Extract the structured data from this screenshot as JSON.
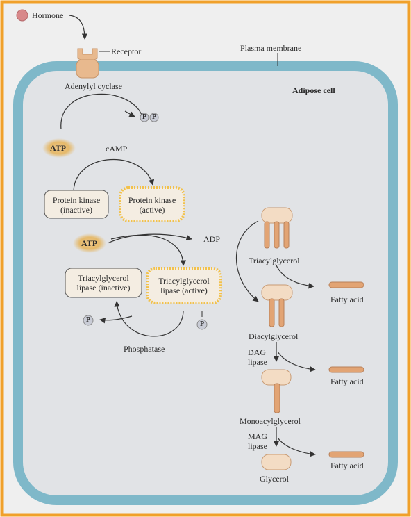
{
  "labels": {
    "hormone": "Hormone",
    "receptor": "Receptor",
    "plasma_membrane": "Plasma membrane",
    "adenylyl_cyclase": "Adenylyl cyclase",
    "adipose_cell": "Adipose cell",
    "atp_1": "ATP",
    "ppi_1": "P",
    "ppi_2": "P",
    "camp": "cAMP",
    "pk_inactive": "Protein kinase\n(inactive)",
    "pk_active": "Protein kinase\n(active)",
    "atp_2": "ATP",
    "adp": "ADP",
    "tgl_inactive": "Triacylglycerol\nlipase (inactive)",
    "tgl_active": "Triacylglycerol\nlipase (active)",
    "p_left": "P",
    "p_bottom": "P",
    "phosphatase": "Phosphatase",
    "triacylglycerol": "Triacylglycerol",
    "fatty_acid_1": "Fatty acid",
    "diacylglycerol": "Diacylglycerol",
    "dag_lipase": "DAG\nlipase",
    "fatty_acid_2": "Fatty acid",
    "monoacylglycerol": "Monoacylglycerol",
    "mag_lipase": "MAG\nlipase",
    "fatty_acid_3": "Fatty acid",
    "glycerol": "Glycerol"
  },
  "colors": {
    "frame": "#f0a02a",
    "membrane": "#7fb8c9",
    "cytoplasm": "#e1e3e6",
    "receptor": "#e8b98e",
    "lipid_head": "#f3dcc4",
    "lipid_tail": "#e2a474",
    "active_glow": "#f2c14a",
    "atp_glow": "#e5b96a",
    "phosphate": "#c9ccd6",
    "hormone": "#d8888a",
    "line": "#333333"
  }
}
